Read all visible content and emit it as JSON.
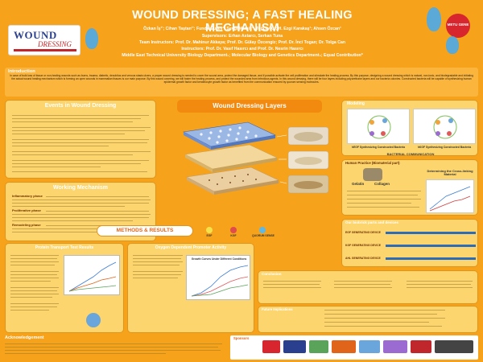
{
  "header": {
    "title": "WOUND DRESSING; A FAST HEALING MECHANISM",
    "authors": "Özkan İş¹'; Cihan Taştan¹'; Funda Guzey¹; Sevgi Memik¹; Tuğçe Öz¹; H. Ezgi Karakaş¹; Ahsen Özcan¹",
    "supervisors": "Supervisors: Erhan Astarcı, Serkan Tuna",
    "team_instructors": "Team Instructors: Prof. Dr. Mahinur Akkaya; Prof. Dr. Gülay Özcengiz; Prof. Dr. İnci Togan; Dr. Tolga Can",
    "instructors": "Instructors: Prof. Dr. Vasıf Hasırcı and Prof. Dr. Nesrin Hasırcı",
    "affiliation": "Middle East Technical University Biology Department₁; Molecular Biology and Genetics Department₂; Equal Contribution*",
    "logo_left_main": "WOUND",
    "logo_left_sub": "DRESSING",
    "logo_right": "METU GENE"
  },
  "intro": {
    "heading": "Introduction",
    "text": "In case of bulk loss of tissue or non-healing wounds such as burns, trauma, diabetic, decubitus and venous stasis ulcers, a proper wound dressing is needed to cover the wound area, protect the damaged tissue, and if possible activate the cell proliferation and stimulate the healing process. By this purpose, designing a wound dressing which is natural, non-toxic, and biodegradable and initiating the actual wound healing mechanism which is forming an open wounds in mammalian tissues is our main purpose. By this wound covering, we will foster the healing process, and protect the wounded area from infectious agents. In this wound dressing, there will be four layers including polyurethane layers and our bacteria colonies. Constructed bacteria will be capable of synthesizing human epidermal growth factor and keratinocyte growth factor as benefited from the communication ensured by quorum sensing molecules."
  },
  "left": {
    "events_title": "Events in Wound Dressing",
    "mechanism_title": "Working Mechanism",
    "inflammatory_label": "Inflammatory phase",
    "proliferative_label": "Proliferative phase",
    "remodeling_label": "Remodeling phase"
  },
  "center": {
    "layers_title": "Wound Dressing Layers",
    "methods_label": "METHODS & RESULTS",
    "legend": [
      "EGF",
      "KGF",
      "QUORUM SENSE"
    ]
  },
  "right": {
    "modeling_title": "Modeling",
    "egf_caption": "hEGF Synthesizing  Constructed Bacteria",
    "kgf_caption": "hKGF Synthesizing Constructed Bacteria",
    "bact_channel": "BACTERIAL COMMUNICATION",
    "human_practice": "Human Practice (Biomaterial part)",
    "gelatin": "Gelatin",
    "collagen": "Collagen",
    "crosslink_title": "Determining the Cross-linking Material",
    "biobrick_title": "Our biobrick parts and devices",
    "egf_device": "EGF GENERATING DEVICE",
    "kgf_device": "KGF GENERATING DEVICE",
    "ahl_device": "AHL GENERATING DEVICE"
  },
  "bottom": {
    "protein_title": "Protein Transport Test Results",
    "oxygen_title": "Oxygen Dependent Promoter Activity",
    "growth_chart_title": "Growth Curves Under Different Conditions",
    "conclusion_title": "Conclusion",
    "future_title": "Future Implications",
    "ack_title": "Acknowledgement",
    "sponsors_title": "Sponsors"
  },
  "colors": {
    "background": "#f7a21b",
    "panel": "#fcd56e",
    "accent": "#f38a10",
    "title_text": "#ffffff"
  }
}
